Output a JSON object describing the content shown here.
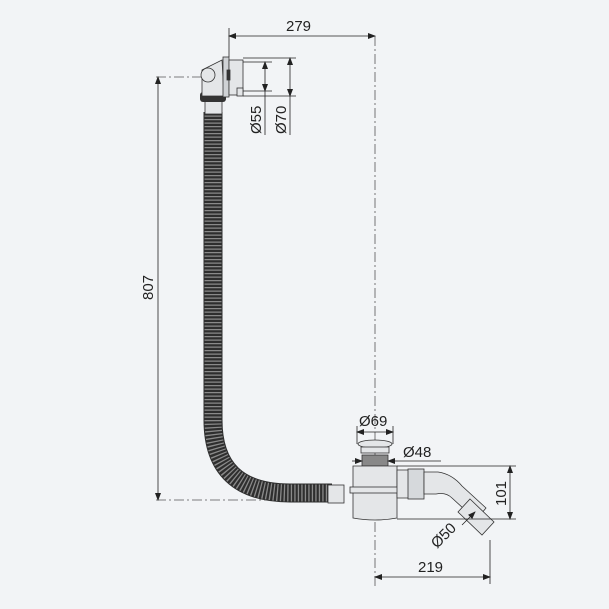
{
  "drawing": {
    "title": "Bath waste and overflow set dimensions",
    "dimensions": {
      "overflow_offset": "279",
      "overflow_d_inner": "Ø55",
      "overflow_d_outer": "Ø70",
      "height": "807",
      "plug_d": "Ø69",
      "waste_d": "Ø48",
      "trap_height": "101",
      "outlet_d": "Ø50",
      "outlet_offset": "219"
    },
    "colors": {
      "line": "#333333",
      "hose": "#3a3a3a",
      "part": "#e4e6e8",
      "background": "#f2f4f6"
    }
  }
}
